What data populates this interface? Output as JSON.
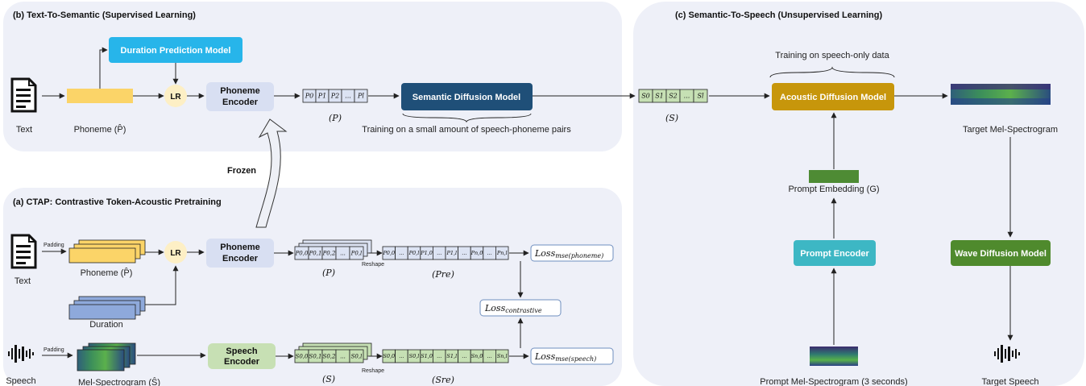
{
  "panel_b": {
    "title": "(b) Text-To-Semantic (Supervised Learning)",
    "duration_model": "Duration Prediction Model",
    "lr": "LR",
    "phoneme_encoder": [
      "Phoneme",
      "Encoder"
    ],
    "semantic_diffusion": "Semantic Diffusion Model",
    "text_label": "Text",
    "phoneme_label": "Phoneme  (P̂)",
    "p_label": "(P)",
    "p_tokens": [
      "P0",
      "P1",
      "P2",
      "...",
      "Pl"
    ],
    "training_note": "Training on a small amount of speech-phoneme pairs"
  },
  "frozen_label": "Frozen",
  "panel_a": {
    "title": "(a) CTAP: Contrastive Token-Acoustic Pretraining",
    "padding_top": "Padding",
    "padding_bottom": "Padding",
    "text_label": "Text",
    "phoneme_label": "Phoneme (P̂)",
    "lr": "LR",
    "duration_label": "Duration",
    "phoneme_encoder": [
      "Phoneme",
      "Encoder"
    ],
    "speech_encoder": [
      "Speech",
      "Encoder"
    ],
    "speech_label": "Speech",
    "mel_label": "Mel-Spectrogram (Ŝ)",
    "p_label": "(P)",
    "s_label": "(S)",
    "pre_label": "(Pre)",
    "sre_label": "(Sre)",
    "reshape_top": "Reshape",
    "reshape_bottom": "Reshape",
    "p_stack_tokens": [
      "P0,0",
      "P0,1",
      "P0,2",
      "...",
      "P0,l"
    ],
    "s_stack_tokens": [
      "S0,0",
      "S0,1",
      "S0,2",
      "...",
      "S0,l"
    ],
    "pre_tokens": [
      "P0,0",
      "...",
      "P0,l",
      "P1,0",
      "...",
      "P1,l",
      "...",
      "Pn,0",
      "...",
      "Pn,l"
    ],
    "sre_tokens": [
      "S0,0",
      "...",
      "S0,l",
      "S1,0",
      "...",
      "S1,l",
      "...",
      "Sn,0",
      "...",
      "Sn,l"
    ],
    "loss_phoneme": "Loss",
    "loss_phoneme_sub": "mse(phoneme)",
    "loss_contrastive": "Loss",
    "loss_contrastive_sub": "contrastive",
    "loss_speech": "Loss",
    "loss_speech_sub": "mse(speech)"
  },
  "panel_c": {
    "title": "(c) Semantic-To-Speech (Unsupervised Learning)",
    "training_note": "Training on speech-only data",
    "s_tokens": [
      "S0",
      "S1",
      "S2",
      "...",
      "Sl"
    ],
    "s_label": "(S)",
    "acoustic_diffusion": "Acoustic Diffusion Model",
    "target_mel": "Target Mel-Spectrogram",
    "prompt_embedding": "Prompt Embedding  (G)",
    "prompt_encoder": "Prompt  Encoder",
    "wave_diffusion": "Wave Diffusion Model",
    "prompt_mel": "Prompt Mel-Spectrogram (3 seconds)",
    "target_speech": "Target Speech"
  },
  "colors": {
    "panel_bg": "#eef0f8",
    "duration_model": "#27b5ea",
    "phoneme_bar": "#fbd468",
    "lr_circle": "#fdefc5",
    "encoder": "#d8dff2",
    "semantic_diffusion": "#1f4f78",
    "acoustic_diffusion": "#c7960b",
    "prompt_encoder": "#3db7c4",
    "wave_diffusion": "#4f8a2d",
    "speech_encoder": "#c7e0b4",
    "token_p": "#dce3f3",
    "token_s": "#c6e0b4",
    "duration_bar": "#8ea9db",
    "prompt_embedding": "#4e8b34"
  }
}
